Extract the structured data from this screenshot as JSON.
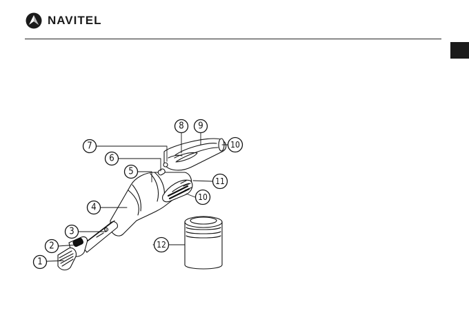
{
  "brand": {
    "name": "NAVITEL",
    "logo_icon": "navitel-compass-icon"
  },
  "colors": {
    "rule": "#222222",
    "lang_tab": "#1b1b1b",
    "line_art": "#111111"
  },
  "callouts": {
    "c1": "1",
    "c2": "2",
    "c3": "3",
    "c4": "4",
    "c5": "5",
    "c6": "6",
    "c7": "7",
    "c8": "8",
    "c9": "9",
    "c10a": "10",
    "c10b": "10",
    "c11": "11",
    "c12": "12"
  }
}
